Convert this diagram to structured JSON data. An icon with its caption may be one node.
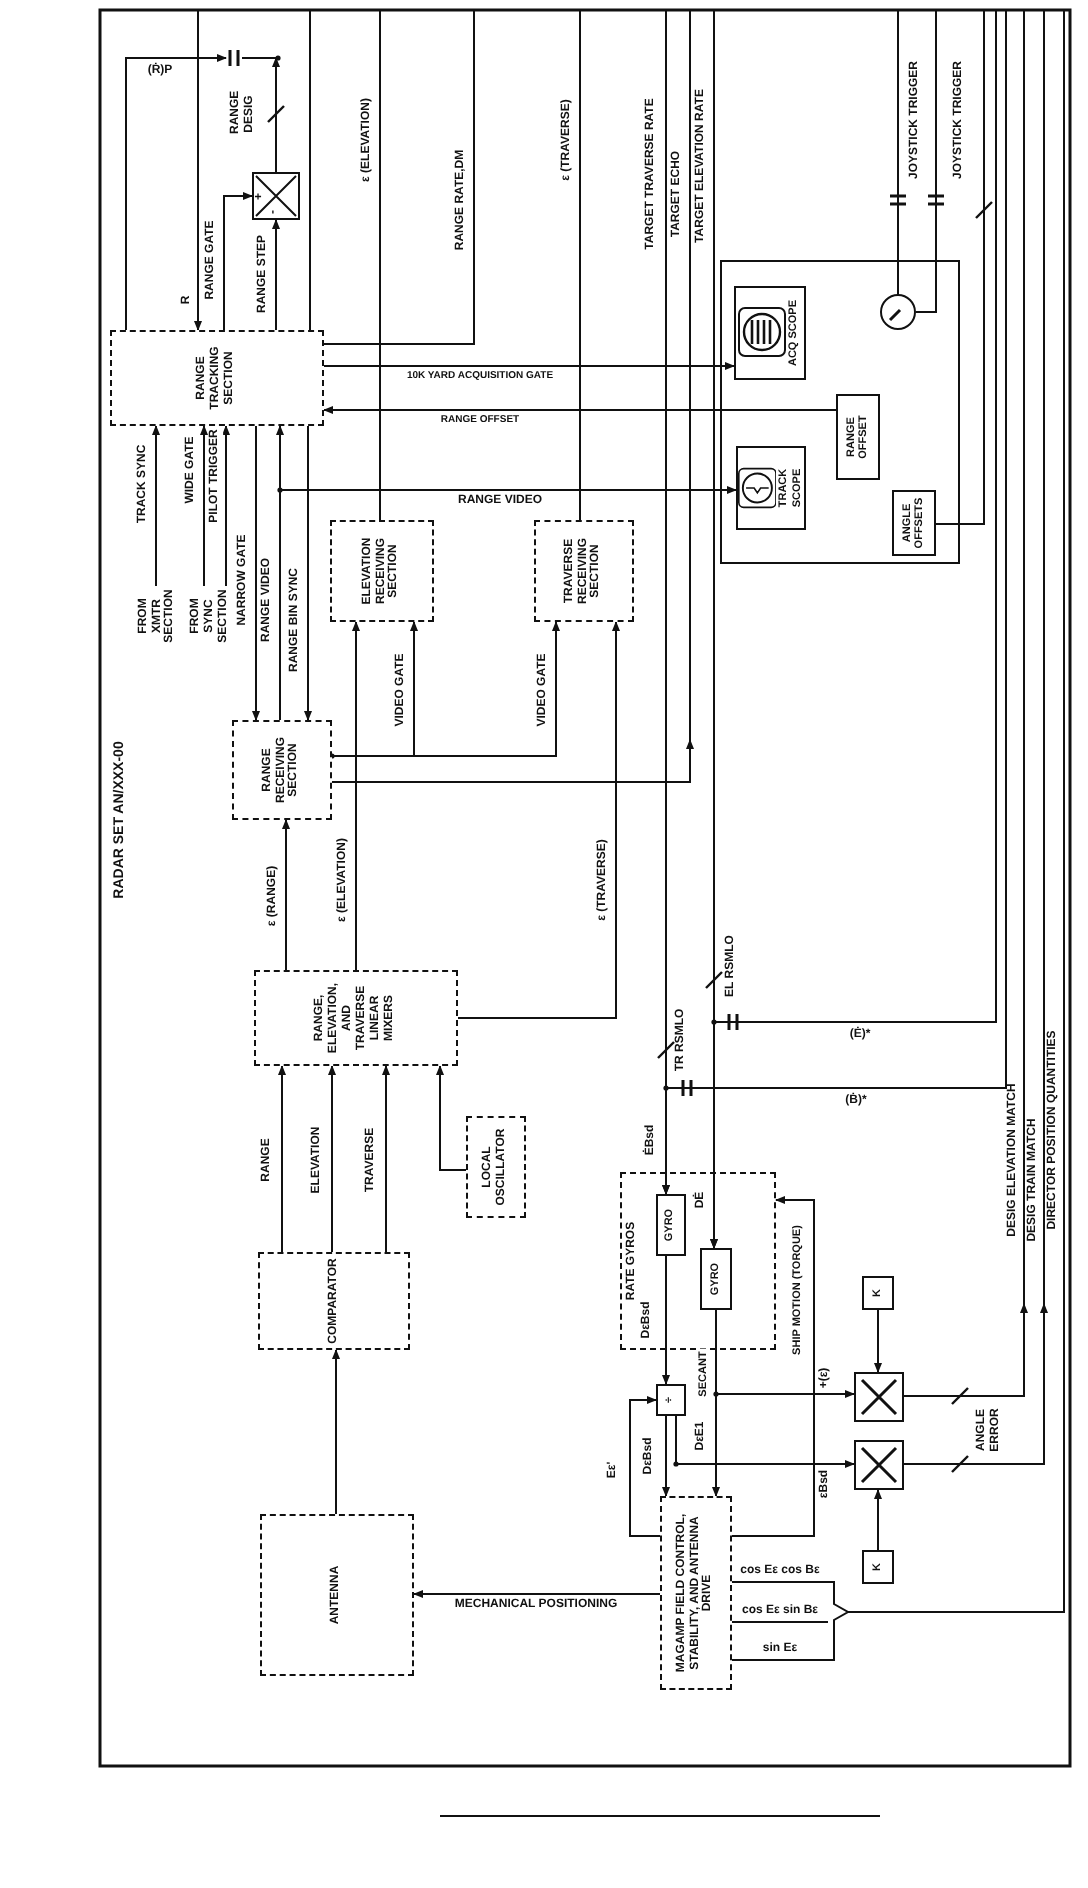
{
  "diagram": {
    "title": "RADAR SET AN/XXX-00",
    "nodes": [
      {
        "text": [
          "ANTENNA"
        ]
      },
      {
        "text": [
          "COMPARATOR"
        ]
      },
      {
        "text": [
          "RANGE, ELEVATION, AND TRAVERSE LINEAR MIXERS"
        ]
      },
      {
        "text": [
          "LOCAL OSCILLATOR"
        ]
      },
      {
        "text": [
          "RANGE RECEIVING SECTION"
        ]
      },
      {
        "text": [
          "ELEVATION RECEIVING SECTION"
        ]
      },
      {
        "text": [
          "TRAVERSE RECEIVING SECTION"
        ]
      },
      {
        "text": [
          "RANGE TRACKING SECTION"
        ]
      },
      {
        "text": [
          "+",
          "-"
        ]
      },
      {
        "text": [],
        "shape": "box"
      },
      {
        "text": [
          "ACQ SCOPE"
        ],
        "in": 9
      },
      {
        "text": [
          "TRACK SCOPE"
        ],
        "in": 9
      },
      {
        "text": [
          "RANGE OFFSET"
        ],
        "in": 9
      },
      {
        "text": [
          "ANGLE OFFSETS"
        ],
        "in": 9
      },
      {
        "text": [],
        "shape": "circle",
        "in": 9
      },
      {
        "text": [
          "RATE GYROS"
        ]
      },
      {
        "text": [
          "GYRO"
        ],
        "in": 15
      },
      {
        "text": [
          "GYRO"
        ],
        "in": 15
      },
      {
        "text": [
          "÷"
        ]
      },
      {
        "text": [],
        "shape": "box"
      },
      {
        "text": [],
        "shape": "box"
      },
      {
        "text": [
          "K"
        ]
      },
      {
        "text": [
          "K"
        ]
      },
      {
        "text": [
          "MAGAMP FIELD CONTROL, STABILITY, AND ANTENNA DRIVE"
        ]
      },
      {
        "text": [
          "FROM XMTR SECTION"
        ]
      },
      {
        "text": [
          "FROM SYNC SECTION"
        ]
      }
    ],
    "edges": [
      {
        "from": 0,
        "to": 1,
        "arrow": "to"
      },
      {
        "from": 1,
        "to": 2,
        "arrow": "to",
        "label": "RANGE"
      },
      {
        "from": 1,
        "to": 2,
        "arrow": "to",
        "label": "ELEVATION"
      },
      {
        "from": 1,
        "to": 2,
        "arrow": "to",
        "label": "TRAVERSE"
      },
      {
        "from": 3,
        "to": 2,
        "arrow": "to"
      },
      {
        "from": 2,
        "to": 4,
        "arrow": "to",
        "label": "ε (RANGE)"
      },
      {
        "from": 2,
        "to": 5,
        "arrow": "to",
        "label": "ε (ELEVATION)"
      },
      {
        "from": 2,
        "to": 6,
        "arrow": "to",
        "label": "ε (TRAVERSE)"
      },
      {
        "from": 4,
        "to": 5,
        "arrow": "to",
        "label": "VIDEO GATE"
      },
      {
        "from": 4,
        "to": 6,
        "arrow": "to",
        "label": "VIDEO GATE"
      },
      {
        "from": 7,
        "to": 4,
        "arrow": "to",
        "label": "NARROW GATE"
      },
      {
        "from": 4,
        "to": 7,
        "arrow": "to",
        "label": "RANGE VIDEO"
      },
      {
        "from": 4,
        "to": 11,
        "arrow": "to",
        "label": "RANGE VIDEO"
      },
      {
        "from": 7,
        "to": 4,
        "arrow": "to",
        "label": "RANGE BIN SYNC"
      },
      {
        "from": 24,
        "to": 7,
        "arrow": "to",
        "label": "TRACK SYNC"
      },
      {
        "from": 25,
        "to": 7,
        "arrow": "to",
        "label": "WIDE GATE"
      },
      {
        "from": 25,
        "to": 7,
        "arrow": "to",
        "label": "PILOT TRIGGER"
      },
      {
        "from": 7,
        "to": 8,
        "arrow": "to",
        "label": "RANGE GATE"
      },
      {
        "from": 7,
        "to": 8,
        "arrow": "to",
        "label": "RANGE STEP"
      },
      {
        "from": null,
        "to": 7,
        "arrow": "to",
        "label": "R"
      },
      {
        "from": 7,
        "to": null,
        "arrow": "to",
        "label": "(Ṙ)P"
      },
      {
        "from": 8,
        "to": null,
        "arrow": "to",
        "label": "RANGE DESIG"
      },
      {
        "from": 7,
        "to": 10,
        "arrow": "to",
        "label": "10K YARD ACQUISITION GATE"
      },
      {
        "from": 12,
        "to": 7,
        "arrow": "to",
        "label": "RANGE OFFSET"
      },
      {
        "from": 7,
        "to": null,
        "arrow": "none",
        "label": "RANGE RATE,DM"
      },
      {
        "from": 5,
        "to": null,
        "arrow": "none",
        "label": "ε (ELEVATION)"
      },
      {
        "from": 6,
        "to": null,
        "arrow": "none",
        "label": "ε (TRAVERSE)"
      },
      {
        "from": 14,
        "to": null,
        "arrow": "none",
        "label": "JOYSTICK TRIGGER"
      },
      {
        "from": 14,
        "to": null,
        "arrow": "none"
      },
      {
        "from": 13,
        "to": null,
        "arrow": "none",
        "label": "JOYSTICK TRIGGER"
      },
      {
        "from": null,
        "to": 16,
        "arrow": "to",
        "label": "ĖBsd"
      },
      {
        "from": null,
        "to": 17,
        "arrow": "to",
        "label": "DĖ"
      },
      {
        "from": 16,
        "to": 18,
        "arrow": "to",
        "label": "DεBsd"
      },
      {
        "from": 18,
        "to": 23,
        "arrow": "to",
        "label": "DεBsd"
      },
      {
        "from": 17,
        "to": 23,
        "arrow": "to",
        "label": "DεE1"
      },
      {
        "from": 23,
        "to": 18,
        "arrow": "to",
        "label": "Eε'"
      },
      {
        "from": 17,
        "to": 19,
        "arrow": "to",
        "label": "+(ε)"
      },
      {
        "from": 18,
        "to": 20,
        "arrow": "to",
        "label": "εBsd"
      },
      {
        "from": 21,
        "to": 19,
        "arrow": "to"
      },
      {
        "from": 22,
        "to": 20,
        "arrow": "to"
      },
      {
        "from": 19,
        "to": null,
        "arrow": "to"
      },
      {
        "from": 20,
        "to": null,
        "arrow": "to"
      },
      {
        "from": 23,
        "to": 15,
        "arrow": "to",
        "label": "SHIP MOTION (TORQUE)"
      },
      {
        "from": 23,
        "to": 0,
        "arrow": "to",
        "label": "MECHANICAL POSITIONING"
      },
      {
        "from": null,
        "to": 23,
        "arrow": "none",
        "label": "cos Eε cos Bε"
      },
      {
        "from": null,
        "to": 23,
        "arrow": "none",
        "label": "cos Eε sin Bε"
      },
      {
        "from": null,
        "to": 23,
        "arrow": "none",
        "label": "sin Eε"
      },
      {
        "from": 4,
        "to": null,
        "arrow": "to"
      },
      {
        "from": 7,
        "to": null,
        "arrow": "none"
      },
      {
        "from": null,
        "to": 17,
        "arrow": "to",
        "label": "(Ė)*"
      },
      {
        "from": null,
        "to": 16,
        "arrow": "to",
        "label": "(Ḃ)*"
      }
    ],
    "labels": [
      "TARGET TRAVERSE RATE",
      "TARGET ECHO",
      "TARGET ELEVATION RATE",
      "TR RSMLO",
      "EL RSMLO",
      "SECANT",
      "ANGLE ERROR",
      "DESIG ELEVATION MATCH",
      "DESIG TRAIN MATCH",
      "DIRECTOR POSITION QUANTITIES"
    ]
  }
}
